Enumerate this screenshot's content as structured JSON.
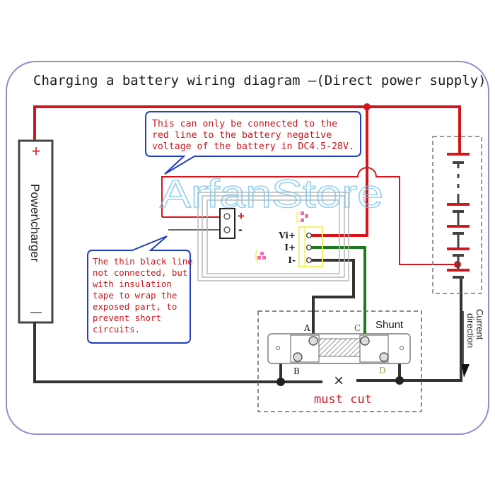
{
  "title": "Charging a battery wiring diagram —(Direct power supply)",
  "watermark": "ArfanStore",
  "colors": {
    "frame": "#8f8fcf",
    "red_wire": "#d4161c",
    "green_wire": "#1f7a1f",
    "black_wire": "#333333",
    "callout_border": "#1f3fbf",
    "callout_text": "#c8151b",
    "terminal_block": "#f4ef6a",
    "indicator": "#f06fb0"
  },
  "power_charger": {
    "label": "Power\\charger",
    "plus": "+",
    "minus": "—"
  },
  "callouts": {
    "top": {
      "lines": [
        "This can only be connected to the",
        "red line to the battery negative",
        "voltage of the battery in DC4.5-28V."
      ]
    },
    "left": {
      "lines": [
        "The thin black line",
        "not connected, but",
        "with insulation",
        "tape to wrap the",
        "exposed part, to",
        "prevent short",
        "circuits."
      ]
    }
  },
  "meter": {
    "power_plus": "+",
    "power_minus": "-",
    "terminals": [
      "Vi+",
      "I+",
      "I-"
    ]
  },
  "shunt": {
    "label": "Shunt",
    "points": {
      "A": "A",
      "B": "B",
      "C": "C",
      "D": "D"
    },
    "cut_mark": "×",
    "cut_label": "must cut"
  },
  "current_direction": {
    "line1": "Current",
    "line2": "direction"
  }
}
